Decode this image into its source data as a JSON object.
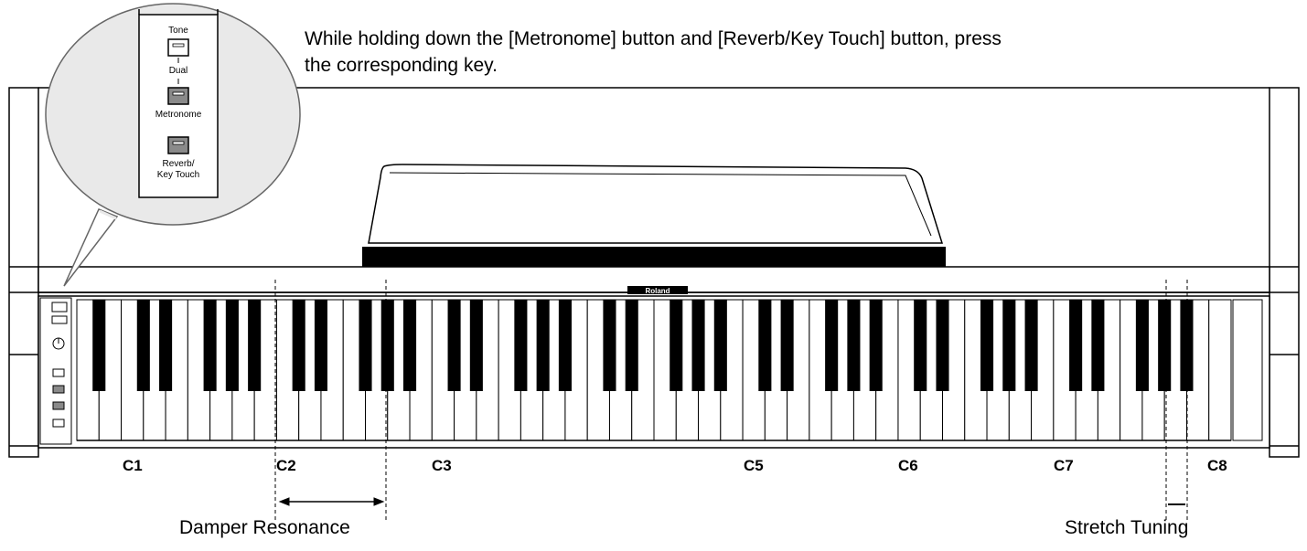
{
  "instruction": "While holding down the [Metronome] button and [Reverb/Key Touch] button, press the corresponding key.",
  "callout": {
    "tone_label": "Tone",
    "dual_label": "Dual",
    "metronome_label": "Metronome",
    "reverb_label_line1": "Reverb/",
    "reverb_label_line2": "Key Touch"
  },
  "brand_text": "Roland",
  "octave_labels": [
    "C1",
    "C2",
    "C3",
    "C5",
    "C6",
    "C7",
    "C8"
  ],
  "ranges": {
    "damper": "Damper Resonance",
    "stretch": "Stretch Tuning"
  },
  "colors": {
    "ink": "#000000",
    "button_gray": "#8a8a8a",
    "paper": "#ffffff"
  }
}
